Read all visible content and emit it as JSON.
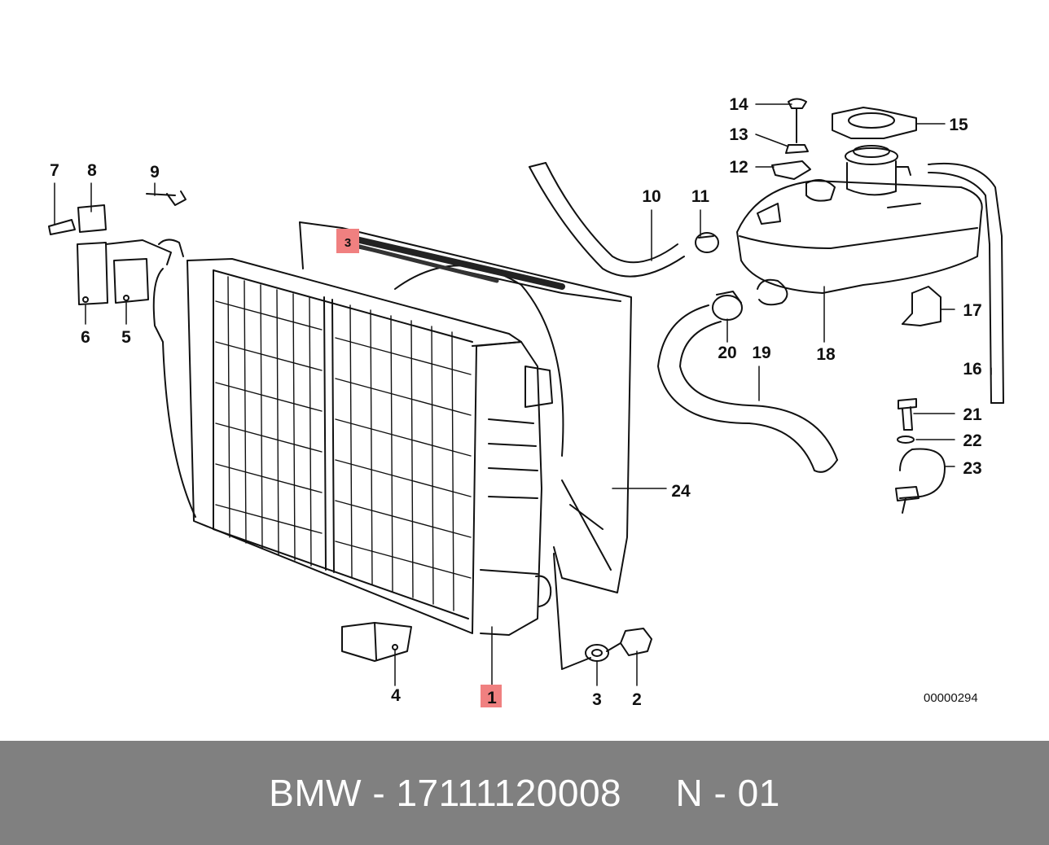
{
  "diagram": {
    "diagram_id": "00000294",
    "highlight_color": "#f08080",
    "labels": {
      "p1": "1",
      "p2": "2",
      "p3": "3",
      "p3b": "3",
      "p4": "4",
      "p5": "5",
      "p6": "6",
      "p7": "7",
      "p8": "8",
      "p9": "9",
      "p10": "10",
      "p11": "11",
      "p12": "12",
      "p13": "13",
      "p14": "14",
      "p15": "15",
      "p16": "16",
      "p17": "17",
      "p18": "18",
      "p19": "19",
      "p20": "20",
      "p21": "21",
      "p22": "22",
      "p23": "23",
      "p24": "24"
    }
  },
  "footer": {
    "text": "BMW - 17111120008     N - 01",
    "background": "#808080"
  }
}
